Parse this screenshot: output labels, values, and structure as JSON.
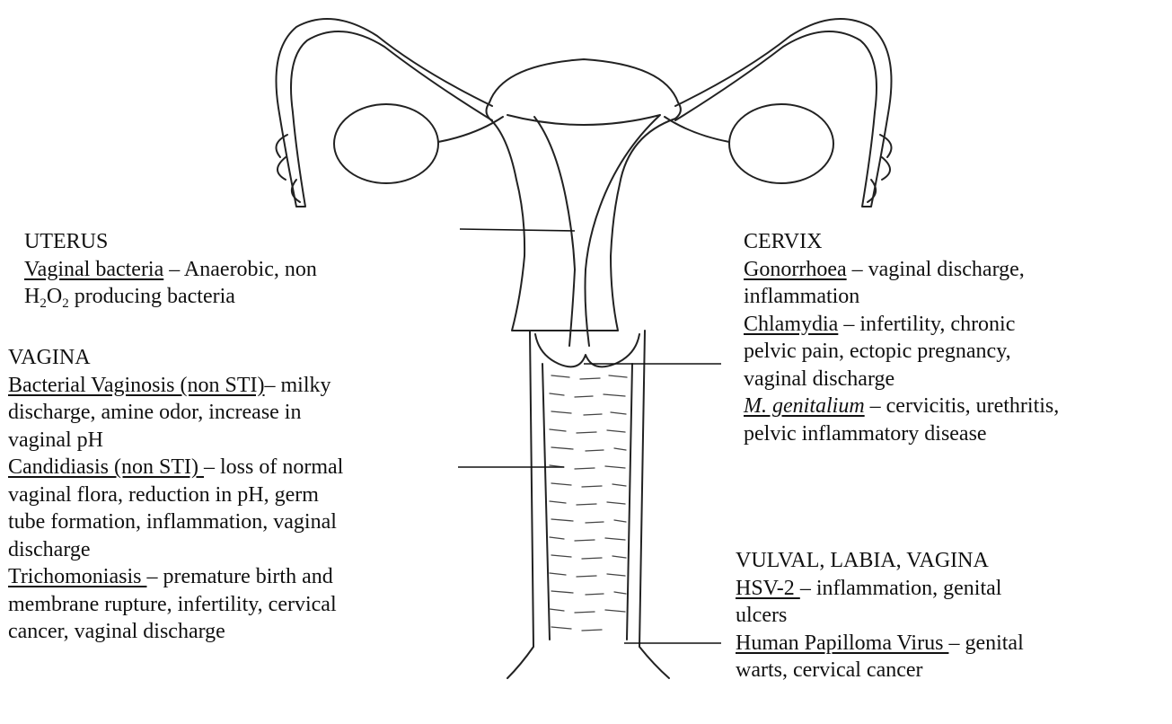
{
  "uterus": {
    "heading": "UTERUS",
    "vaginal_bacteria": {
      "name": "Vaginal bacteria",
      "desc": " – Anaerobic, non"
    },
    "h2o2_h": "H",
    "h2o2_sub1": "2",
    "h2o2_o": "O",
    "h2o2_sub2": "2",
    "h2o2_rest": " producing bacteria"
  },
  "vagina": {
    "heading": "VAGINA",
    "bv": {
      "name": "Bacterial Vaginosis (non STI)",
      "desc": "– milky",
      "line2": "discharge, amine odor, increase in",
      "line3": "vaginal pH"
    },
    "candidiasis": {
      "name": "Candidiasis (non STI) ",
      "desc": "– loss of normal",
      "line2": "vaginal flora, reduction in pH, germ",
      "line3": "tube formation, inflammation, vaginal",
      "line4": "discharge"
    },
    "tricho": {
      "name": "Trichomoniasis ",
      "desc": "– premature birth and",
      "line2": "membrane rupture, infertility, cervical",
      "line3": "cancer, vaginal discharge"
    }
  },
  "cervix": {
    "heading": "CERVIX",
    "gonorrhoea": {
      "name": "Gonorrhoea",
      "desc": " – vaginal discharge,",
      "line2": "inflammation"
    },
    "chlamydia": {
      "name": "Chlamydia",
      "desc": " – infertility, chronic",
      "line2": "pelvic pain, ectopic pregnancy,",
      "line3": "vaginal discharge"
    },
    "mgen": {
      "name": "M. genitalium",
      "desc": " – cervicitis, urethritis,",
      "line2": "pelvic inflammatory disease"
    }
  },
  "vulval": {
    "heading": "VULVAL, LABIA, VAGINA",
    "hsv": {
      "name": "HSV-2 ",
      "desc": "– inflammation, genital",
      "line2": "ulcers"
    },
    "hpv": {
      "name": "Human Papilloma Virus ",
      "desc": "– genital",
      "line2": "warts, cervical cancer"
    }
  }
}
